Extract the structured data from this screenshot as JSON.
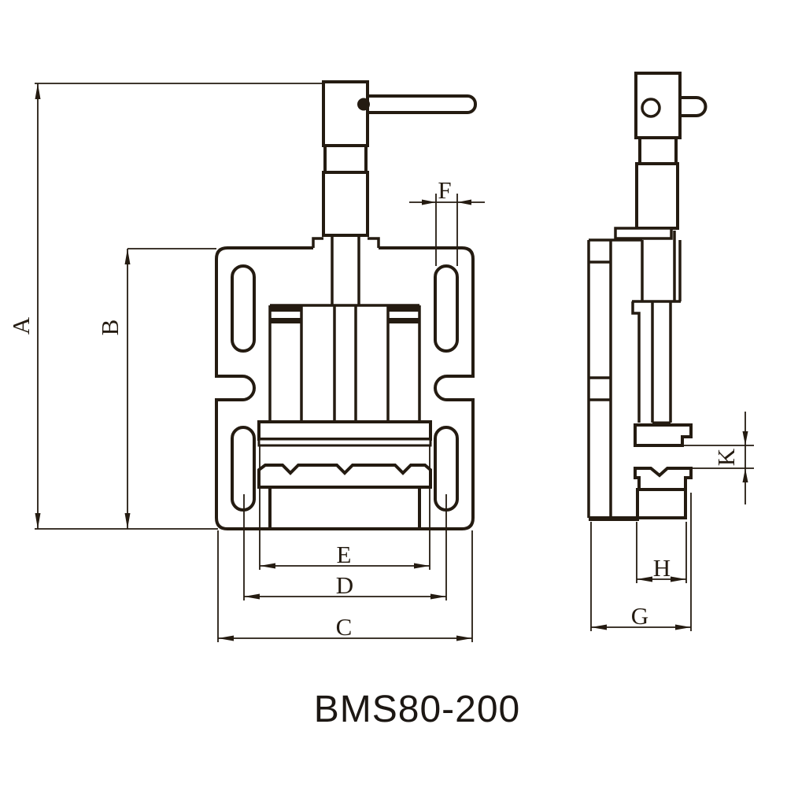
{
  "title": "BMS80-200",
  "labels": {
    "a": "A",
    "b": "B",
    "c": "C",
    "d": "D",
    "e": "E",
    "f": "F",
    "g": "G",
    "h": "H",
    "k": "K"
  },
  "colors": {
    "line": "#241b11",
    "background": "#ffffff"
  }
}
